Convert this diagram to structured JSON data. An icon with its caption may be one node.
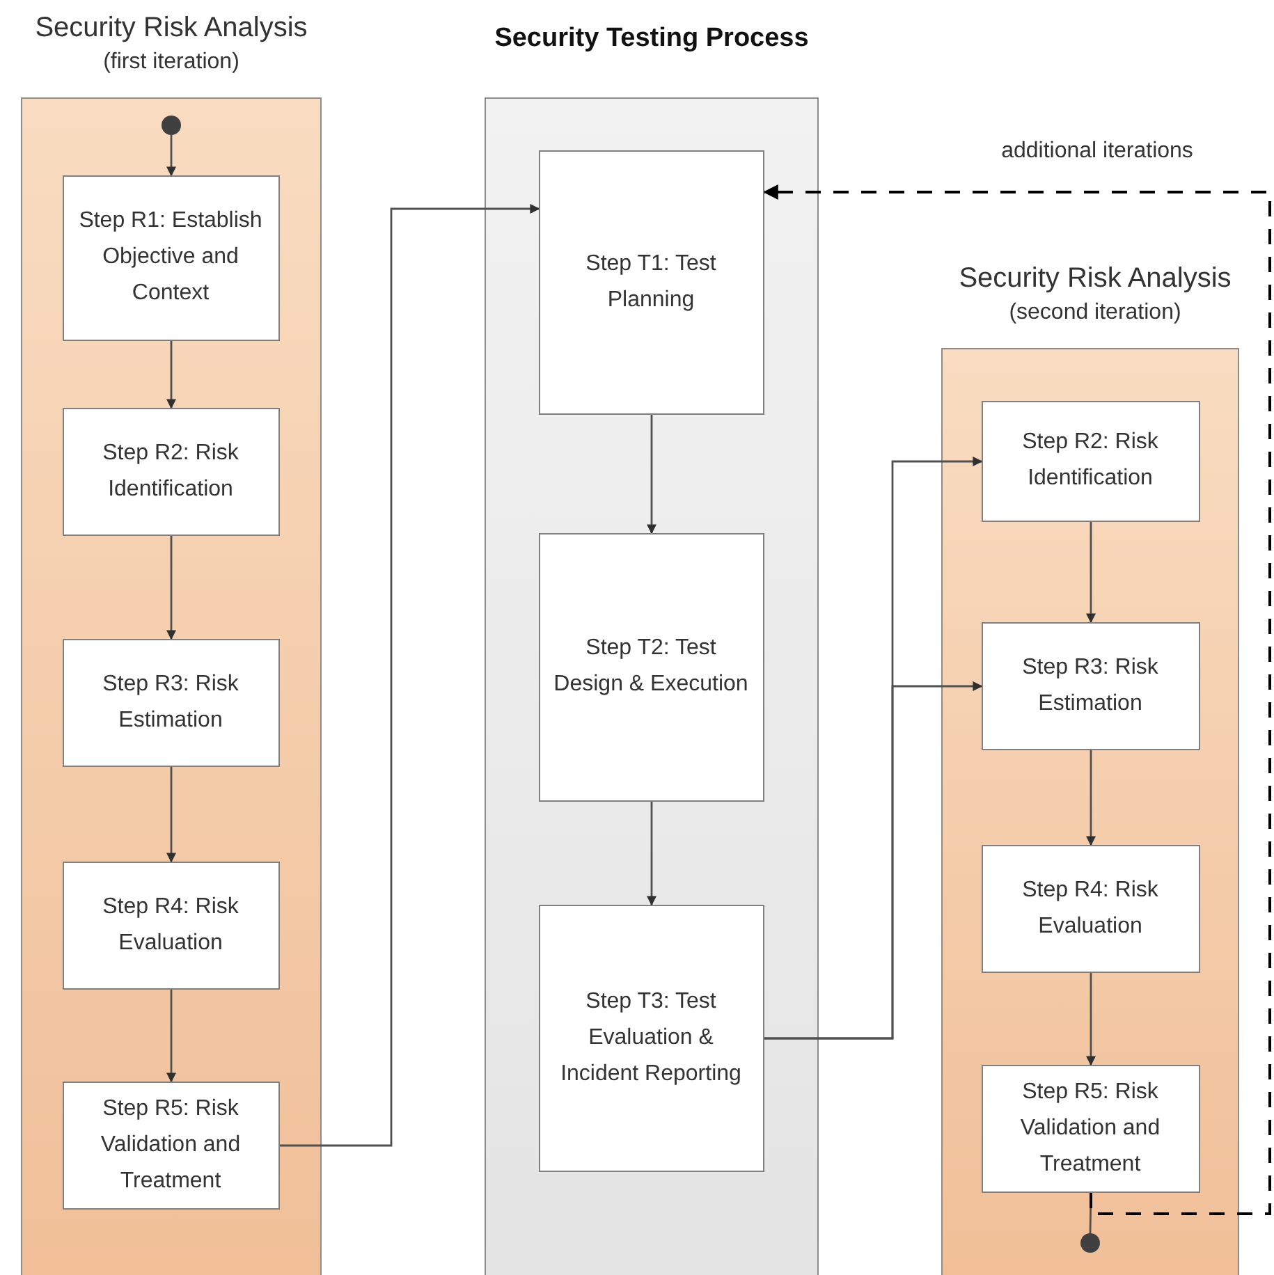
{
  "diagram": {
    "nodes": [
      {
        "text": [
          "Security Risk Analysis",
          "(first iteration)"
        ]
      },
      {
        "text": [],
        "shape": "circle",
        "in": 0
      },
      {
        "text": [
          "Step R1: Establish Objective and Context"
        ],
        "in": 0
      },
      {
        "text": [
          "Step R2: Risk Identification"
        ],
        "in": 0
      },
      {
        "text": [
          "Step R3: Risk Estimation"
        ],
        "in": 0
      },
      {
        "text": [
          "Step R4: Risk Evaluation"
        ],
        "in": 0
      },
      {
        "text": [
          "Step R5:  Risk Validation and Treatment"
        ],
        "in": 0
      },
      {
        "text": [
          "Security Testing Process"
        ]
      },
      {
        "text": [
          "Step T1: Test Planning"
        ],
        "in": 7
      },
      {
        "text": [
          "Step T2: Test Design & Execution"
        ],
        "in": 7
      },
      {
        "text": [
          "Step T3: Test Evaluation & Incident Reporting"
        ],
        "in": 7
      },
      {
        "text": [
          "Security Risk Analysis",
          "(second iteration)"
        ]
      },
      {
        "text": [
          "Step R2: Risk Identification"
        ],
        "in": 11
      },
      {
        "text": [
          "Step R3: Risk Estimation"
        ],
        "in": 11
      },
      {
        "text": [
          "Step R4: Risk Evaluation"
        ],
        "in": 11
      },
      {
        "text": [
          "Step R5:  Risk Validation and Treatment"
        ],
        "in": 11
      },
      {
        "text": [],
        "shape": "circle",
        "in": 11
      }
    ],
    "edges": [
      {
        "from": 1,
        "to": 2,
        "arrow": "to"
      },
      {
        "from": 2,
        "to": 3,
        "arrow": "to"
      },
      {
        "from": 3,
        "to": 4,
        "arrow": "to"
      },
      {
        "from": 4,
        "to": 5,
        "arrow": "to"
      },
      {
        "from": 5,
        "to": 6,
        "arrow": "to"
      },
      {
        "from": 6,
        "to": 8,
        "arrow": "to"
      },
      {
        "from": 8,
        "to": 9,
        "arrow": "to"
      },
      {
        "from": 9,
        "to": 10,
        "arrow": "to"
      },
      {
        "from": 10,
        "to": 12,
        "arrow": "to"
      },
      {
        "from": 10,
        "to": 13,
        "arrow": "to"
      },
      {
        "from": 12,
        "to": 13,
        "arrow": "to"
      },
      {
        "from": 13,
        "to": 14,
        "arrow": "to"
      },
      {
        "from": 14,
        "to": 15,
        "arrow": "to"
      },
      {
        "from": 15,
        "to": 16,
        "arrow": "none"
      },
      {
        "from": 15,
        "to": 8,
        "arrow": "to",
        "label": "additional iterations",
        "style": "dashed",
        "color": "#000000"
      }
    ]
  }
}
